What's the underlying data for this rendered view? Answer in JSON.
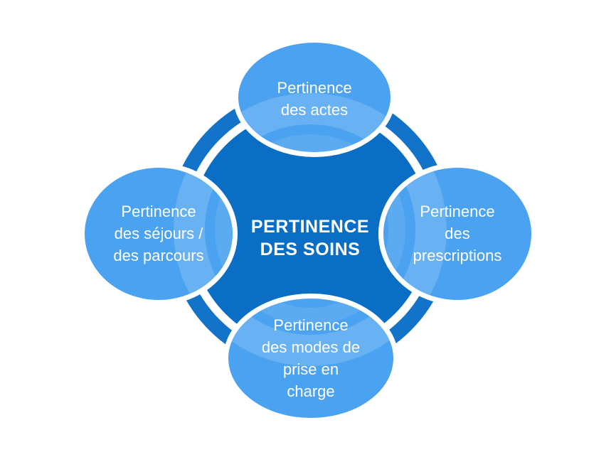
{
  "diagram": {
    "title": "Pertinence des soins cycle diagram",
    "center": {
      "lines": [
        "PERTINENCE",
        "DES SOINS"
      ]
    },
    "nodes": {
      "top": {
        "lines": [
          "Pertinence",
          "des actes"
        ]
      },
      "right": {
        "lines": [
          "Pertinence",
          "des",
          "prescriptions"
        ]
      },
      "bottom": {
        "lines": [
          "Pertinence",
          "des modes de",
          "prise en",
          "charge"
        ]
      },
      "left": {
        "lines": [
          "Pertinence",
          "des séjours /",
          "des parcours"
        ]
      }
    },
    "colors": {
      "node_fill": "#4AA2F0",
      "center_fill": "#0A6EC4",
      "ring": "#1273C9",
      "text": "#FFFFFF",
      "background": "#FFFFFF"
    }
  }
}
